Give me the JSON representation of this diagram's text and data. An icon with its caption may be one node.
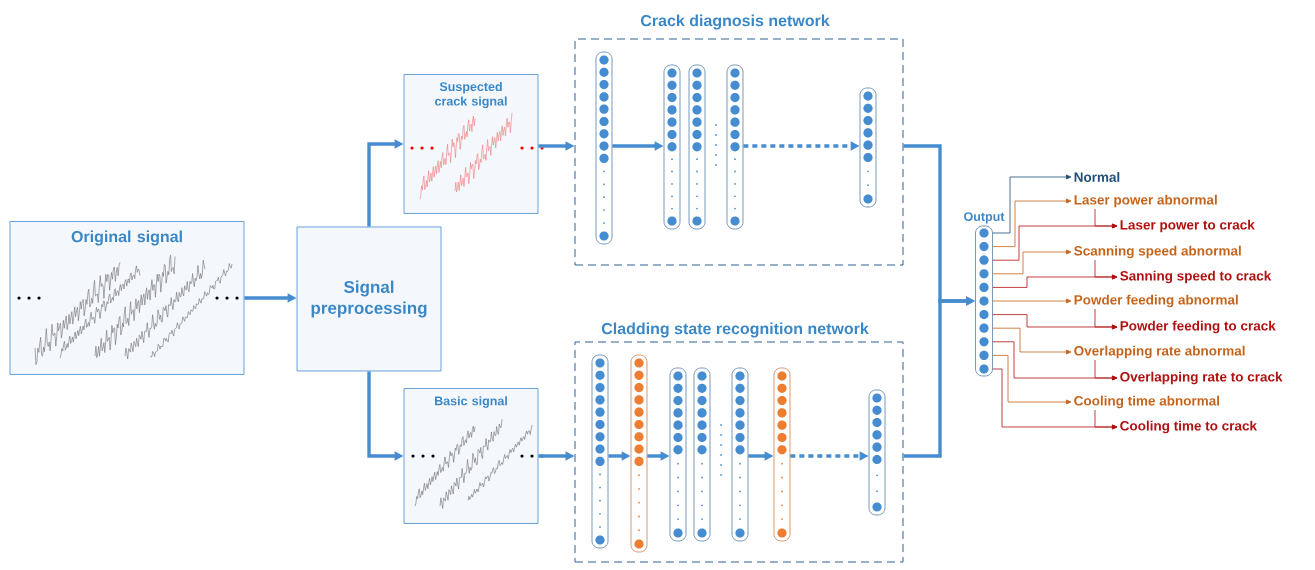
{
  "diagram": {
    "nodes": [
      {
        "text": [
          "Original signal"
        ]
      },
      {
        "text": [
          "Signal preprocessing"
        ]
      },
      {
        "text": [
          "Suspected crack signal"
        ]
      },
      {
        "text": [
          "Basic signal"
        ]
      },
      {
        "text": [
          "Crack diagnosis network"
        ]
      },
      {
        "text": [
          "Cladding state recognition network"
        ]
      },
      {
        "text": [],
        "shape": "bar",
        "in": 4
      },
      {
        "text": [],
        "shape": "bar",
        "in": 4
      },
      {
        "text": [],
        "shape": "bar",
        "in": 4
      },
      {
        "text": [],
        "shape": "bar",
        "in": 4
      },
      {
        "text": [],
        "shape": "bar",
        "in": 4
      },
      {
        "text": [],
        "shape": "bar",
        "in": 5
      },
      {
        "text": [],
        "shape": "bar",
        "in": 5
      },
      {
        "text": [],
        "shape": "bar",
        "in": 5
      },
      {
        "text": [],
        "shape": "bar",
        "in": 5
      },
      {
        "text": [],
        "shape": "bar",
        "in": 5
      },
      {
        "text": [],
        "shape": "bar",
        "in": 5
      },
      {
        "text": [],
        "shape": "bar",
        "in": 5
      },
      {
        "text": [
          "Output"
        ]
      },
      {
        "text": [
          "Normal"
        ]
      },
      {
        "text": [
          "Laser power abnormal"
        ]
      },
      {
        "text": [
          "Laser power to crack"
        ]
      },
      {
        "text": [
          "Scanning speed abnormal"
        ]
      },
      {
        "text": [
          "Sanning speed to crack"
        ]
      },
      {
        "text": [
          "Powder feeding abnormal"
        ]
      },
      {
        "text": [
          "Powder feeding to crack"
        ]
      },
      {
        "text": [
          "Overlapping rate abnormal"
        ]
      },
      {
        "text": [
          "Overlapping rate to crack"
        ]
      },
      {
        "text": [
          "Cooling time abnormal"
        ]
      },
      {
        "text": [
          "Cooling time to crack"
        ]
      }
    ],
    "edges": [
      {
        "from": 0,
        "to": 1,
        "arrow": "to",
        "style": "thick"
      },
      {
        "from": 1,
        "to": 2,
        "arrow": "to",
        "style": "thick"
      },
      {
        "from": 1,
        "to": 3,
        "arrow": "to",
        "style": "thick"
      },
      {
        "from": 2,
        "to": 4,
        "arrow": "to",
        "style": "thick"
      },
      {
        "from": 3,
        "to": 5,
        "arrow": "to",
        "style": "thick"
      },
      {
        "from": 6,
        "to": 7,
        "arrow": "to",
        "style": "thick"
      },
      {
        "from": 9,
        "to": 10,
        "arrow": "to",
        "style": "dashed"
      },
      {
        "from": 11,
        "to": 12,
        "arrow": "to",
        "style": "thick"
      },
      {
        "from": 12,
        "to": 13,
        "arrow": "to",
        "style": "thick"
      },
      {
        "from": 15,
        "to": 16,
        "arrow": "to",
        "style": "thick"
      },
      {
        "from": 16,
        "to": 17,
        "arrow": "to",
        "style": "dashed"
      },
      {
        "from": 4,
        "to": 18,
        "arrow": "to",
        "style": "thick"
      },
      {
        "from": 5,
        "to": 18,
        "arrow": "to",
        "style": "thick"
      },
      {
        "from": 18,
        "to": 19,
        "arrow": "to",
        "color": "#1f4e79"
      },
      {
        "from": 18,
        "to": 20,
        "arrow": "to",
        "color": "#c5631a"
      },
      {
        "from": 18,
        "to": 21,
        "arrow": "to",
        "color": "#b01010"
      },
      {
        "from": 18,
        "to": 22,
        "arrow": "to",
        "color": "#c5631a"
      },
      {
        "from": 18,
        "to": 23,
        "arrow": "to",
        "color": "#b01010"
      },
      {
        "from": 18,
        "to": 24,
        "arrow": "to",
        "color": "#c5631a"
      },
      {
        "from": 18,
        "to": 25,
        "arrow": "to",
        "color": "#b01010"
      },
      {
        "from": 18,
        "to": 26,
        "arrow": "to",
        "color": "#c5631a"
      },
      {
        "from": 18,
        "to": 27,
        "arrow": "to",
        "color": "#b01010"
      },
      {
        "from": 18,
        "to": 28,
        "arrow": "to",
        "color": "#c5631a"
      },
      {
        "from": 18,
        "to": 29,
        "arrow": "to",
        "color": "#b01010"
      },
      {
        "from": 20,
        "to": 21,
        "arrow": "to",
        "color": "#b01010"
      },
      {
        "from": 22,
        "to": 23,
        "arrow": "to",
        "color": "#b01010"
      },
      {
        "from": 24,
        "to": 25,
        "arrow": "to",
        "color": "#b01010"
      },
      {
        "from": 26,
        "to": 27,
        "arrow": "to",
        "color": "#b01010"
      },
      {
        "from": 28,
        "to": 29,
        "arrow": "to",
        "color": "#b01010"
      }
    ]
  }
}
